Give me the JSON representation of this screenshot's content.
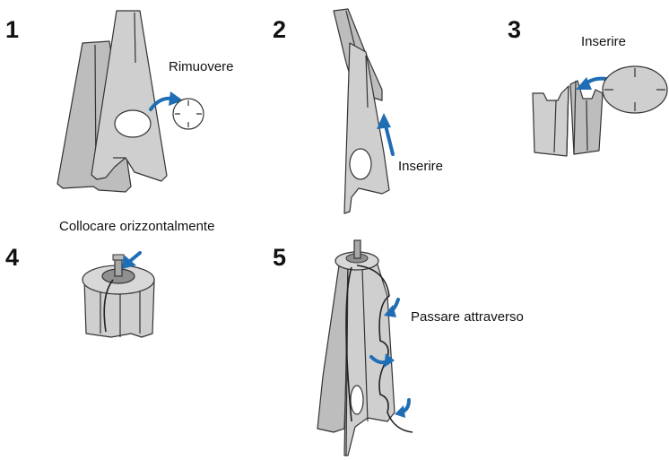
{
  "steps": [
    {
      "number": "1",
      "label": "Rimuovere"
    },
    {
      "number": "2",
      "label": "Inserire"
    },
    {
      "number": "3",
      "label": "Inserire"
    },
    {
      "number": "4",
      "label": "Collocare orizzontalmente"
    },
    {
      "number": "5",
      "label": "Passare attraverso"
    }
  ],
  "colors": {
    "arrow": "#1f6eb5",
    "panel": "#cfcfcf",
    "outline": "#333333"
  }
}
